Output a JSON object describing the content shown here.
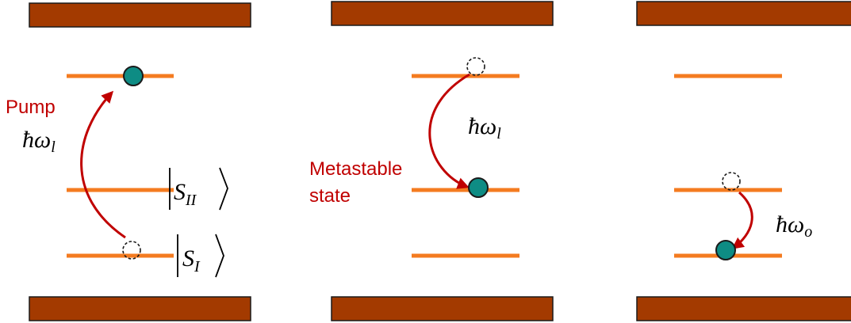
{
  "colors": {
    "band": "#A33A00",
    "level": "#F47B20",
    "atom": "#0E8C84",
    "arrow": "#C00000",
    "label_red": "#C00000"
  },
  "panels": [
    {
      "id": "pump",
      "label_text_line1": "Pump",
      "frequency_symbol": "ħω",
      "frequency_sub": "l",
      "ket_upper_symbol": "S",
      "ket_upper_sub": "II",
      "ket_lower_symbol": "S",
      "ket_lower_sub": "I"
    },
    {
      "id": "decay",
      "frequency_symbol": "ħω",
      "frequency_sub": "l",
      "label_line1": "Metastable",
      "label_line2": "state"
    },
    {
      "id": "emission",
      "frequency_symbol": "ħω",
      "frequency_sub": "o"
    }
  ]
}
